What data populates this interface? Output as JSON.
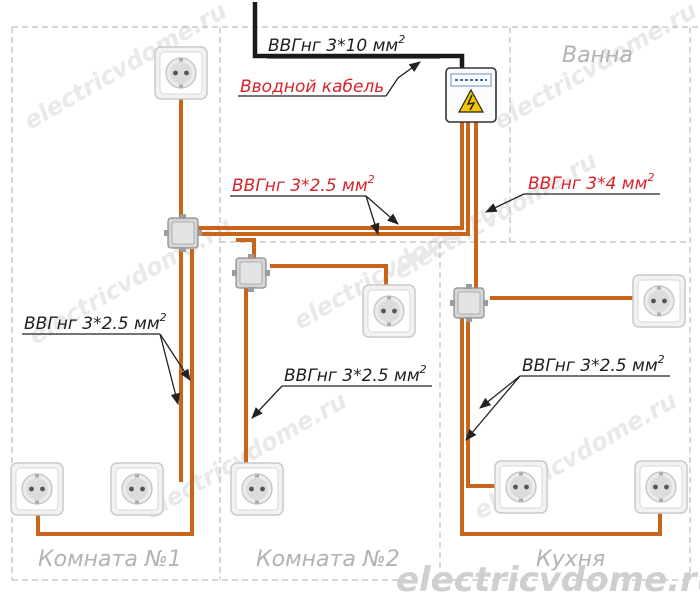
{
  "rooms": {
    "room1": "Комната №1",
    "room2": "Комната №2",
    "kitchen": "Кухня",
    "bathroom": "Ванна"
  },
  "cables": {
    "input_spec": "ВВГнг 3*10 мм",
    "input_name": "Вводной кабель",
    "main_line": "ВВГнг 3*2.5 мм",
    "kitchen_feed": "ВВГнг 3*4 мм",
    "room1_branch": "ВВГнг 3*2.5 мм",
    "room2_branch": "ВВГнг 3*2.5 мм",
    "kitchen_branch": "ВВГнг 3*2.5 мм",
    "superscript": "2"
  },
  "watermark": "electricvdome.ru",
  "colors": {
    "wire": "#c8651b",
    "input_cable": "#1a1a1a",
    "wall": "#bdbdbd",
    "label_red": "#d8232a",
    "label_black": "#1f1f1f",
    "room_label": "#b3b3b3"
  },
  "icons": {
    "socket": "socket-icon",
    "junction_box": "junction-box-icon",
    "panel": "distribution-panel-icon",
    "hazard": "lightning-hazard-icon"
  }
}
